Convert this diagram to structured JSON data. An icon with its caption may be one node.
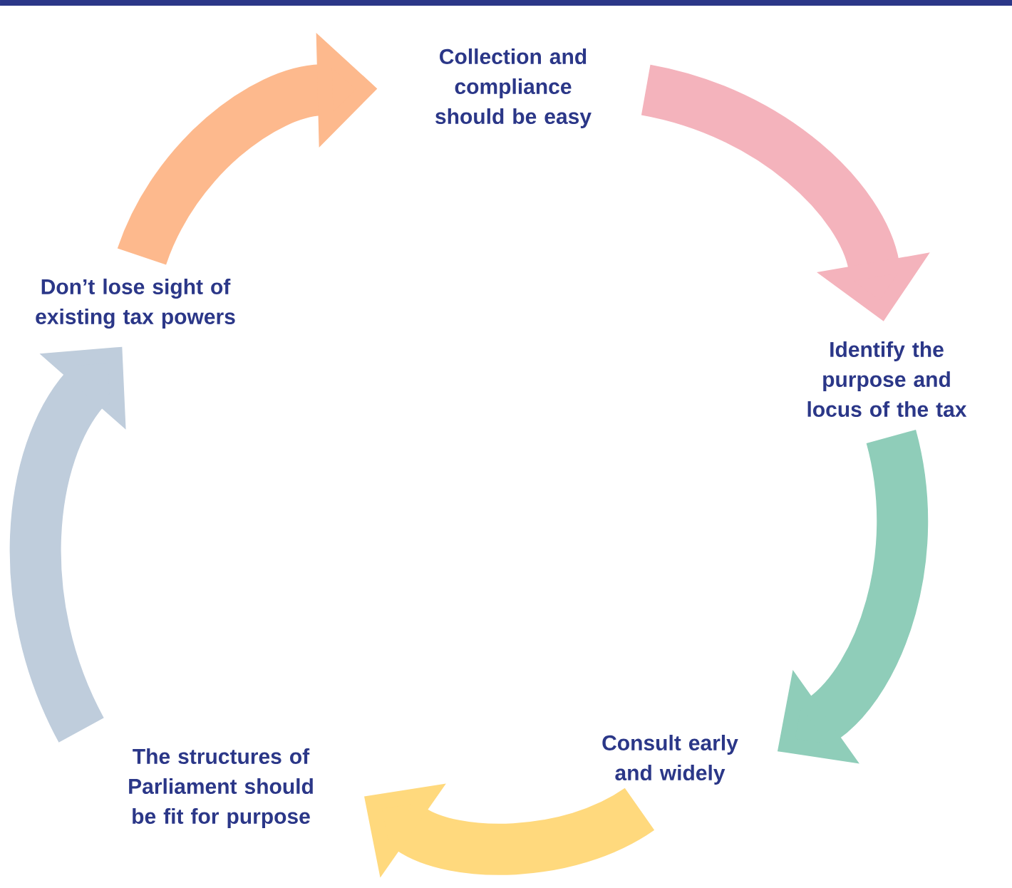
{
  "diagram": {
    "nodes": [
      {
        "text": [
          "Collection and compliance should be easy"
        ]
      },
      {
        "text": [
          "Identify the purpose and locus of the tax"
        ]
      },
      {
        "text": [
          "Consult early and widely"
        ]
      },
      {
        "text": [
          "The structures of Parliament should be fit for purpose"
        ]
      },
      {
        "text": [
          "Don’t lose sight of existing tax powers"
        ]
      }
    ],
    "edges": [
      {
        "from": 0,
        "to": 1,
        "arrow": "to",
        "color": "#f4b3bc"
      },
      {
        "from": 1,
        "to": 2,
        "arrow": "to",
        "color": "#8fcdb9"
      },
      {
        "from": 2,
        "to": 3,
        "arrow": "to",
        "color": "#ffd97d"
      },
      {
        "from": 3,
        "to": 4,
        "arrow": "to",
        "color": "#bfcddc"
      },
      {
        "from": 4,
        "to": 0,
        "arrow": "to",
        "color": "#fdb98d"
      }
    ]
  }
}
